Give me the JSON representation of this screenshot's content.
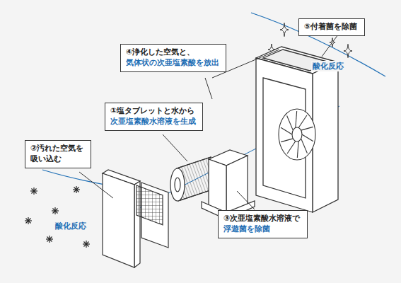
{
  "diagram": {
    "nodes": [
      {
        "text": [
          "④浄化した空気と、",
          "気体状の次亜塩素酸を放出"
        ]
      },
      {
        "text": [
          "⑤付着菌を除菌"
        ]
      },
      {
        "text": [
          "①塩タブレットと水から",
          "次亜塩素酸水溶液を生成"
        ]
      },
      {
        "text": [
          "②汚れた空気を",
          "吸い込む"
        ]
      },
      {
        "text": [
          "③次亜塩素酸水溶液で",
          "浮遊菌を除菌"
        ]
      }
    ],
    "labels": [
      "酸化反応",
      "酸化反応"
    ]
  }
}
